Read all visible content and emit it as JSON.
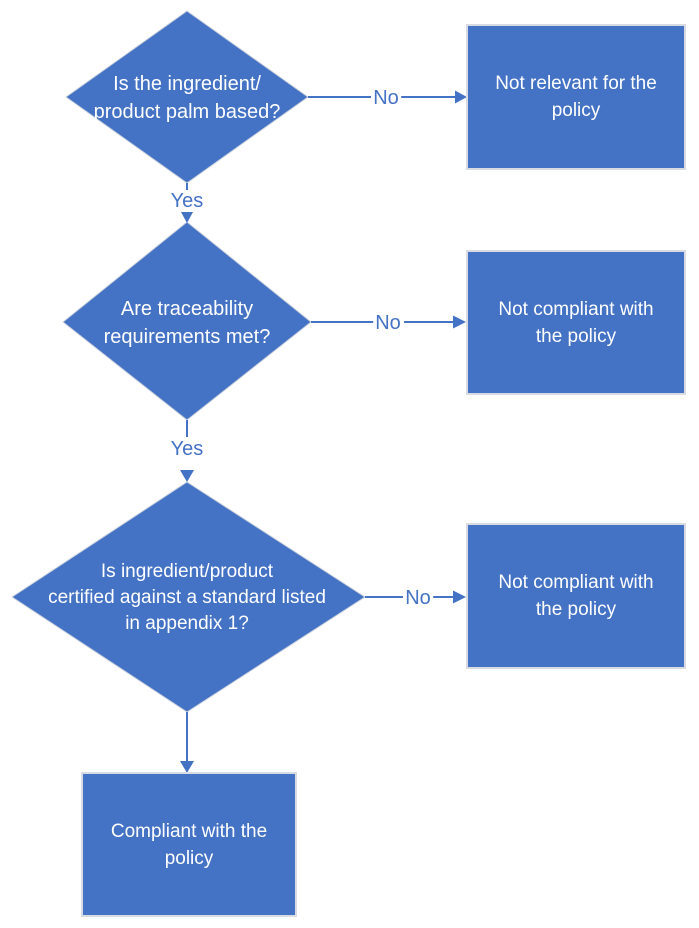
{
  "flowchart": {
    "nodes": {
      "decision_palm": {
        "type": "decision",
        "label": "Is the ingredient/\nproduct palm based?"
      },
      "decision_traceability": {
        "type": "decision",
        "label": "Are traceability\nrequirements met?"
      },
      "decision_certified": {
        "type": "decision",
        "label": "Is ingredient/product\ncertified against a standard listed\nin appendix 1?"
      },
      "result_not_relevant": {
        "type": "result",
        "label": "Not relevant for the\npolicy"
      },
      "result_not_compliant_traceability": {
        "type": "result",
        "label": "Not compliant with\nthe policy"
      },
      "result_not_compliant_certification": {
        "type": "result",
        "label": "Not compliant with\nthe policy"
      },
      "result_compliant": {
        "type": "result",
        "label": "Compliant with the\npolicy"
      }
    },
    "edges": {
      "no1": {
        "from": "decision_palm",
        "to": "result_not_relevant",
        "label": "No"
      },
      "yes1": {
        "from": "decision_palm",
        "to": "decision_traceability",
        "label": "Yes"
      },
      "no2": {
        "from": "decision_traceability",
        "to": "result_not_compliant_traceability",
        "label": "No"
      },
      "yes2": {
        "from": "decision_traceability",
        "to": "decision_certified",
        "label": "Yes"
      },
      "no3": {
        "from": "decision_certified",
        "to": "result_not_compliant_certification",
        "label": "No"
      },
      "down1": {
        "from": "decision_certified",
        "to": "result_compliant",
        "label": ""
      }
    },
    "colors": {
      "shape_fill": "#4472C4",
      "shape_text": "#FFFFFF",
      "shape_border": "#D8DBE1",
      "connector": "#4472C4",
      "edge_label_text": "#4472C4",
      "background": "#FFFFFF"
    }
  }
}
